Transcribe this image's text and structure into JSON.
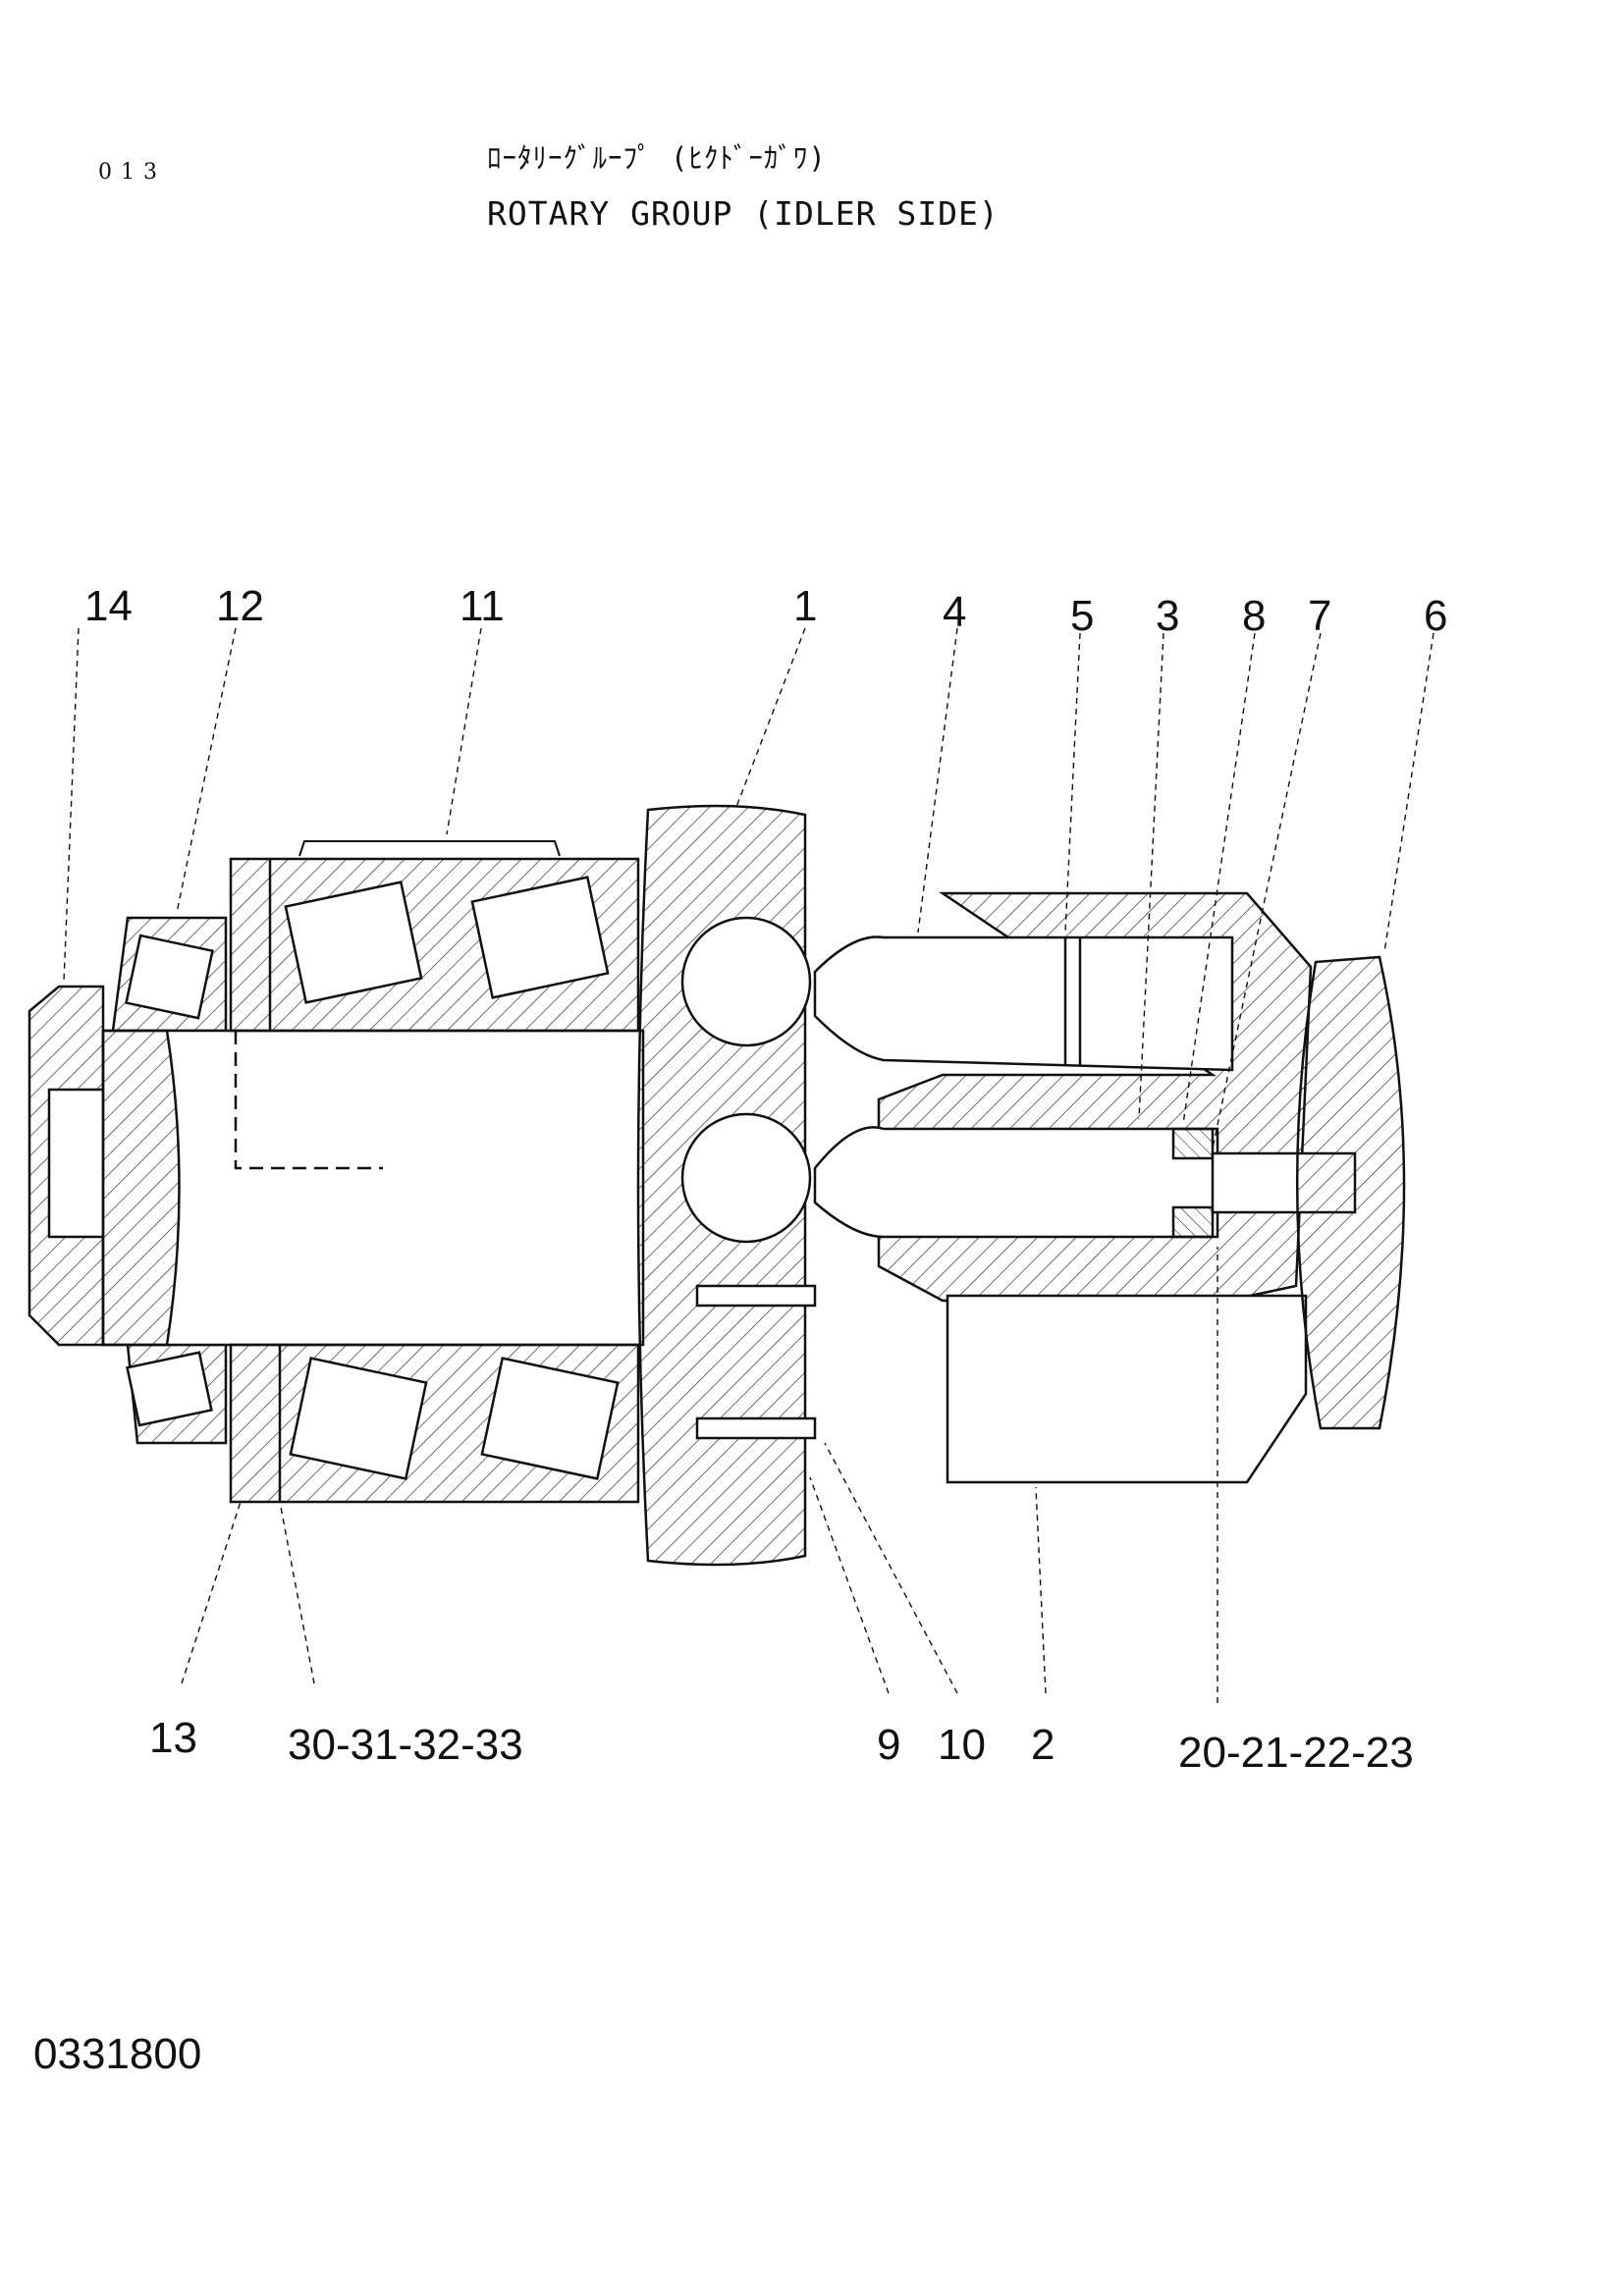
{
  "header": {
    "page_code": "013",
    "title_jp": "ﾛｰﾀﾘｰｸﾞﾙｰﾌﾟ (ﾋｸﾄﾞｰｶﾞﾜ)",
    "title_en": "ROTARY GROUP (IDLER SIDE)"
  },
  "callouts": {
    "c14": "14",
    "c12": "12",
    "c11": "11",
    "c1": "1",
    "c4": "4",
    "c5": "5",
    "c3": "3",
    "c8": "8",
    "c7": "7",
    "c6": "6",
    "c13": "13",
    "c30": "30-31-32-33",
    "c9": "9",
    "c10": "10",
    "c2": "2",
    "c20": "20-21-22-23"
  },
  "footer": {
    "drawing_number": "0331800"
  }
}
